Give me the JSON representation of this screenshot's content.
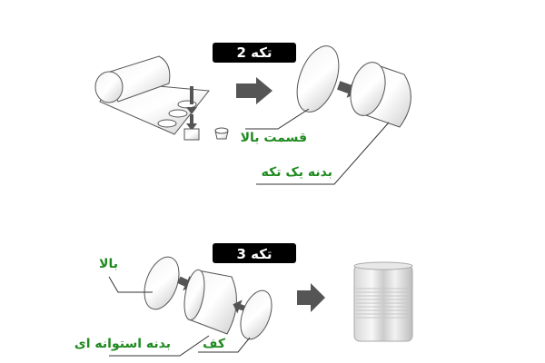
{
  "colors": {
    "label": "#1f8a1f",
    "title_bg": "#000000",
    "title_text": "#ffffff",
    "arrow": "#555555"
  },
  "two_piece": {
    "title": "2 تکه",
    "labels": {
      "top": "قسمت بالا",
      "body": "بدنه یک تکه"
    }
  },
  "three_piece": {
    "title": "3 تکه",
    "labels": {
      "top": "بالا",
      "body": "بدنه استوانه ای",
      "bottom": "کف"
    }
  }
}
